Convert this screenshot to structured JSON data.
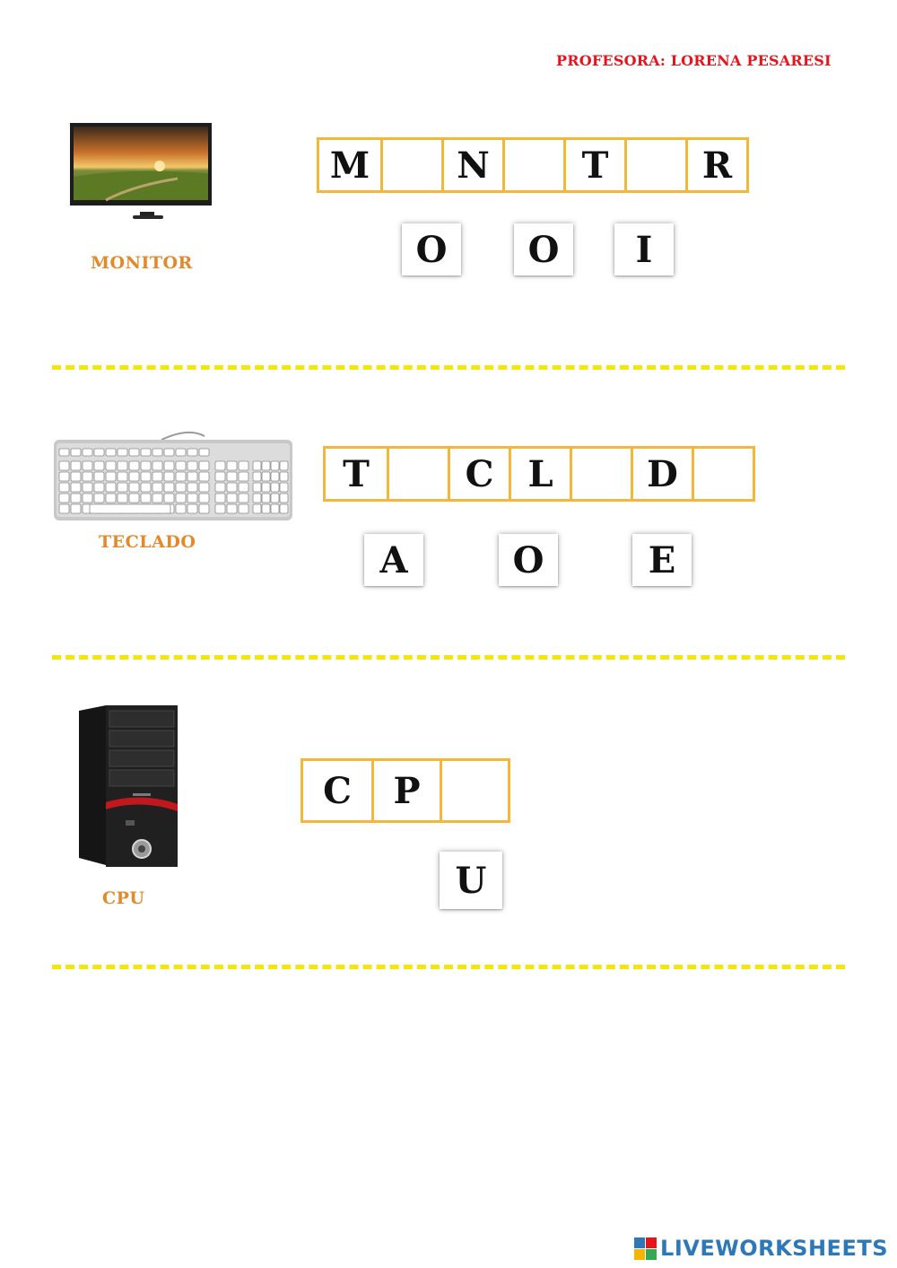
{
  "header": {
    "teacher": "PROFESORA: LORENA PESARESI"
  },
  "sections": [
    {
      "caption": "MONITOR",
      "slots": [
        "M",
        "",
        "N",
        "",
        "T",
        "",
        "R"
      ],
      "tiles": [
        "O",
        "O",
        "I"
      ]
    },
    {
      "caption": "TECLADO",
      "slots": [
        "T",
        "",
        "C",
        "L",
        "",
        "D",
        ""
      ],
      "tiles": [
        "A",
        "O",
        "E"
      ]
    },
    {
      "caption": "CPU",
      "slots": [
        "C",
        "P",
        ""
      ],
      "tiles": [
        "U"
      ]
    }
  ],
  "footer": {
    "brand": "LIVEWORKSHEETS"
  },
  "colors": {
    "teacher": "#e8141c",
    "caption": "#e3892a",
    "slot_border": "#f3b73c",
    "divider": "#f4e60c",
    "brand": "#2c78b9"
  },
  "icons": [
    "monitor-icon",
    "keyboard-icon",
    "cpu-tower-icon",
    "liveworksheets-logo-icon"
  ]
}
